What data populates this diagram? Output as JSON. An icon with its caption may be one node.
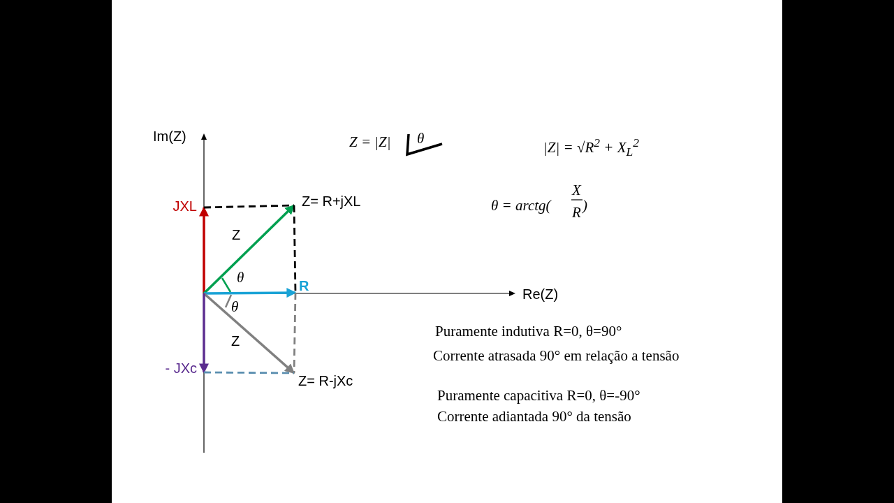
{
  "diagram": {
    "nodes": [
      {
        "text": [
          "JXL"
        ]
      },
      {
        "text": [
          "Z= R+jXL"
        ]
      },
      {
        "text": [
          "R"
        ]
      },
      {
        "text": [
          "Z= R-jXc"
        ]
      },
      {
        "text": [
          "- JXc"
        ]
      }
    ],
    "edges": [
      {
        "from": null,
        "to": 0,
        "arrow": "to",
        "color": "#c00000"
      },
      {
        "from": null,
        "to": 1,
        "arrow": "to",
        "color": "#00a050"
      },
      {
        "from": null,
        "to": 2,
        "arrow": "to",
        "color": "#1aa3d6"
      },
      {
        "from": null,
        "to": 3,
        "arrow": "to",
        "color": "#808080"
      },
      {
        "from": null,
        "to": 4,
        "arrow": "to",
        "color": "#5b2c8f"
      },
      {
        "from": 0,
        "to": 1,
        "arrow": "none",
        "style": "dashed",
        "color": "#000000"
      },
      {
        "from": 1,
        "to": 2,
        "arrow": "none",
        "style": "dashed",
        "color": "#000000"
      },
      {
        "from": 2,
        "to": 3,
        "arrow": "none",
        "style": "dashed",
        "color": "#808080"
      },
      {
        "from": 4,
        "to": 3,
        "arrow": "none",
        "style": "dashed",
        "color": "#5b8fb0"
      }
    ],
    "labels": [
      "Im(Z)",
      "Z = |Z|",
      "θ",
      "|Z| = √R$^{2}$ + X$_{L}$$^{2}$",
      "θ = arctg(",
      "X",
      "R",
      ")",
      "Z",
      "θ",
      "Re(Z)",
      "θ",
      "Z",
      "Puramente indutiva R=0,  θ=90°",
      "Corrente atrasada  90° em relação a tensão",
      "Puramente capacitiva R=0, θ=-90°",
      "Corrente adiantada 90° da tensão"
    ]
  }
}
